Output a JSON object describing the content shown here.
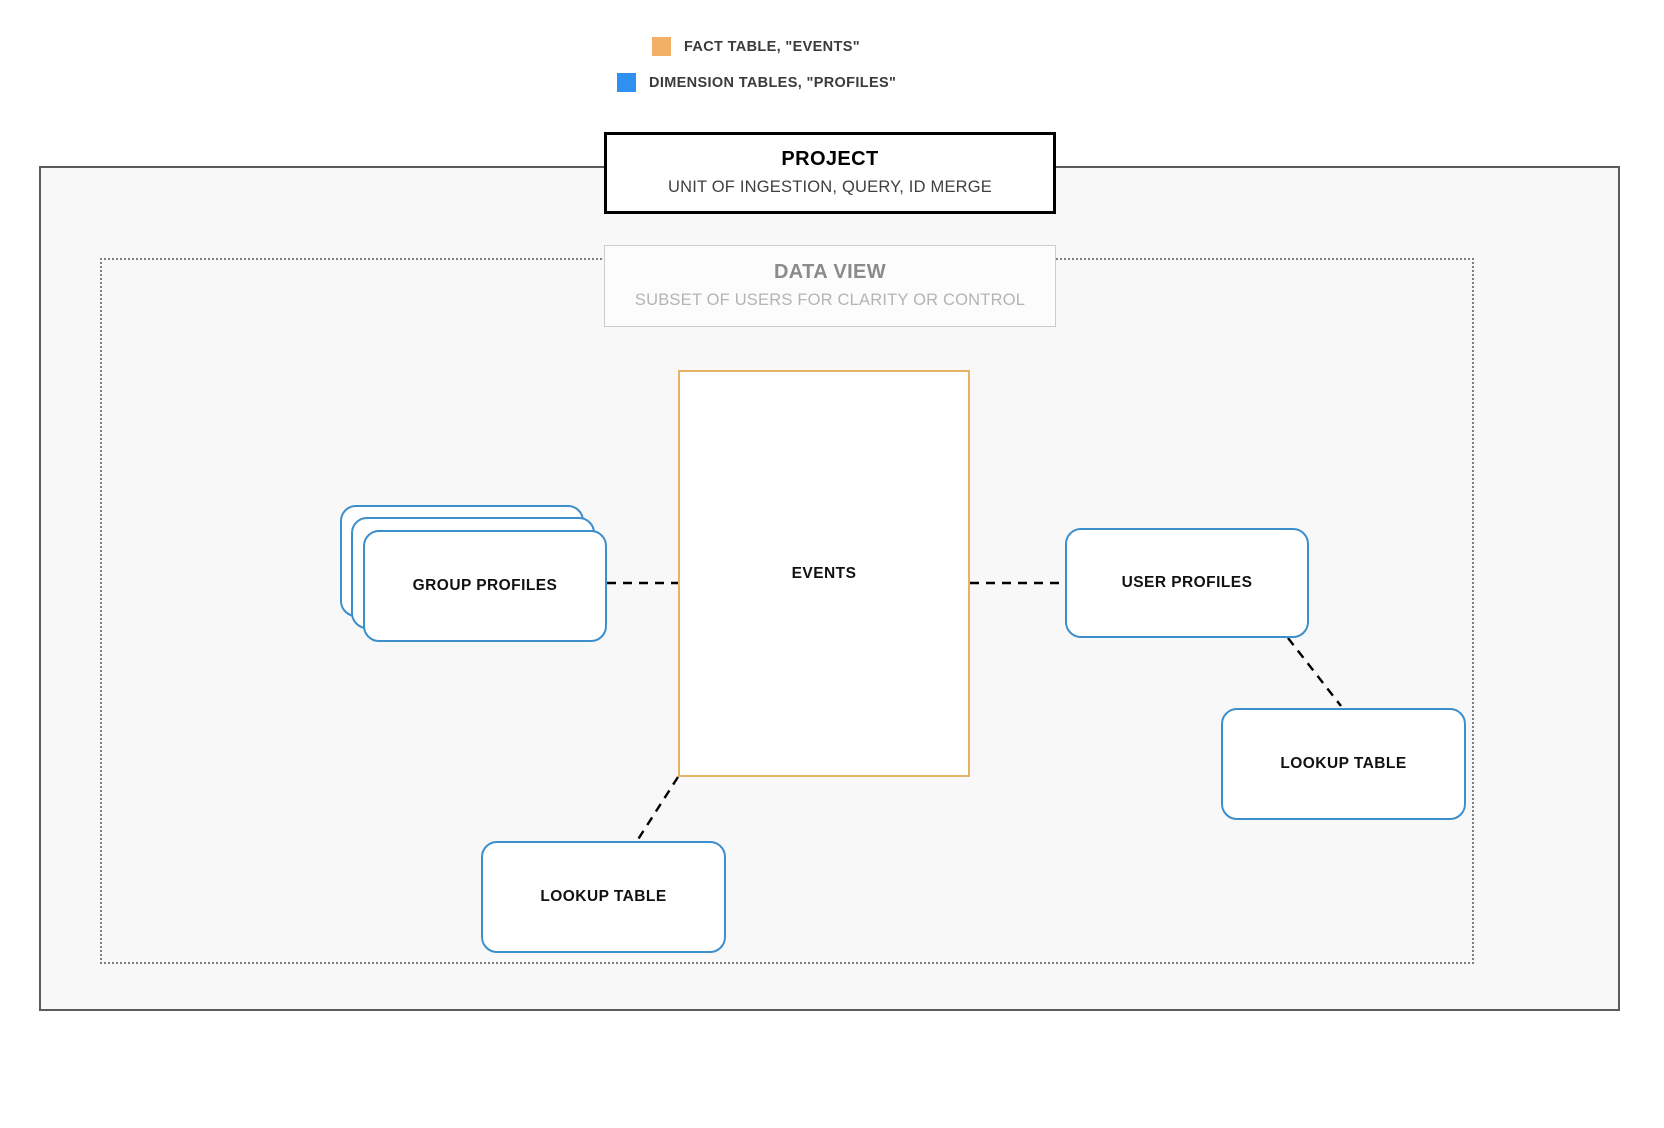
{
  "legend": {
    "items": [
      {
        "label": "FACT TABLE, \"EVENTS\"",
        "color": "#f2b066",
        "icon": "square-swatch-icon"
      },
      {
        "label": "DIMENSION TABLES, \"PROFILES\"",
        "color": "#2e90f0",
        "icon": "square-swatch-icon"
      }
    ]
  },
  "regions": {
    "project": {
      "title": "PROJECT",
      "subtitle": "UNIT OF INGESTION, QUERY, ID MERGE",
      "border_color": "#000000",
      "fill_color": "#f8f8f8"
    },
    "data_view": {
      "title": "DATA VIEW",
      "subtitle": "SUBSET OF USERS FOR CLARITY OR CONTROL",
      "border_color": "#cccccc",
      "border_style": "dotted"
    }
  },
  "nodes": {
    "events": {
      "label": "EVENTS",
      "type": "fact",
      "color": "#e5b368"
    },
    "group_profiles": {
      "label": "GROUP PROFILES",
      "type": "dimension",
      "color": "#3d8fcc",
      "stacked": true
    },
    "user_profiles": {
      "label": "USER PROFILES",
      "type": "dimension",
      "color": "#3d8fcc"
    },
    "lookup_table_left": {
      "label": "LOOKUP TABLE",
      "type": "dimension",
      "color": "#3d8fcc"
    },
    "lookup_table_right": {
      "label": "LOOKUP TABLE",
      "type": "dimension",
      "color": "#3d8fcc"
    }
  },
  "connectors": [
    {
      "from": "group_profiles",
      "to": "events",
      "style": "dashed",
      "color": "#000000"
    },
    {
      "from": "events",
      "to": "user_profiles",
      "style": "dashed",
      "color": "#000000"
    },
    {
      "from": "user_profiles",
      "to": "lookup_table_right",
      "style": "dashed",
      "color": "#000000"
    },
    {
      "from": "events",
      "to": "lookup_table_left",
      "style": "dashed",
      "color": "#000000"
    }
  ]
}
